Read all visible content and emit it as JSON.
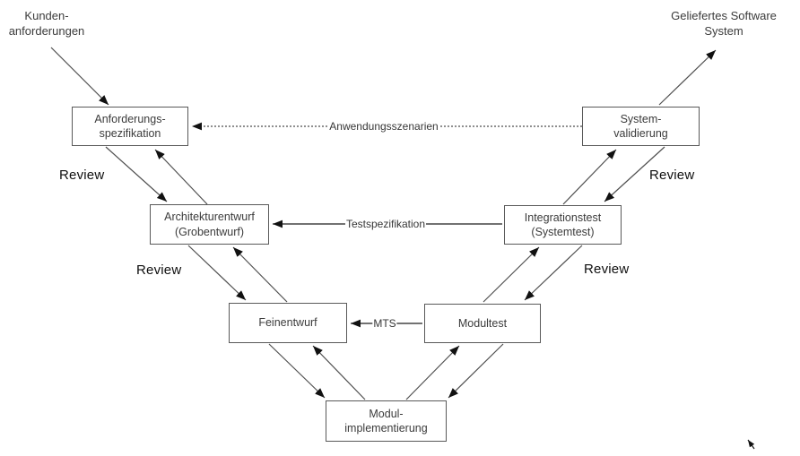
{
  "diagram": {
    "type": "v-model-software-process",
    "external_labels": {
      "input": "Kunden-\nanforderungen",
      "output": "Geliefertes Software\nSystem"
    },
    "boxes": [
      {
        "id": "anforderungsspezifikation",
        "label": "Anforderungs-\nspezifikation"
      },
      {
        "id": "systemvalidierung",
        "label": "System-\nvalidierung"
      },
      {
        "id": "architekturentwurf",
        "label": "Architekturentwurf\n(Grobentwurf)"
      },
      {
        "id": "integrationstest",
        "label": "Integrationstest\n(Systemtest)"
      },
      {
        "id": "feinentwurf",
        "label": "Feinentwurf"
      },
      {
        "id": "modultest",
        "label": "Modultest"
      },
      {
        "id": "modulimplementierung",
        "label": "Modul-\nimplementierung"
      }
    ],
    "edge_labels": {
      "anwendungsszenarien": "Anwendungsszenarien",
      "testspezifikation": "Testspezifikation",
      "mts": "MTS"
    },
    "review_labels": [
      "Review",
      "Review",
      "Review",
      "Review"
    ],
    "colors": {
      "box_border": "#595959",
      "text": "#3b3b3b",
      "diagonal_line": "#4f4f4f",
      "horizontal_line": "#1f1f1f",
      "arrowhead": "#111111",
      "background": "#ffffff"
    }
  }
}
